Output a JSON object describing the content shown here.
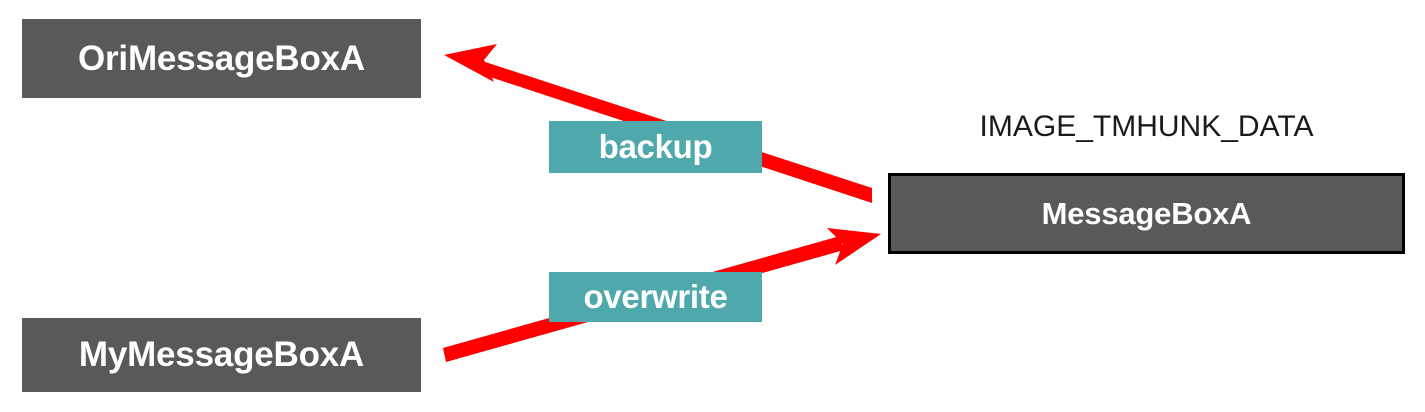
{
  "diagram": {
    "title_caption": "IMAGE_TMHUNK_DATA",
    "colors": {
      "node_fill": "#595959",
      "node_text": "#ffffff",
      "node_border": "#000000",
      "edge_label_fill": "#4FA8AB",
      "edge_label_text": "#ffffff",
      "arrow": "#FF0000",
      "caption_text": "#1a1a1a",
      "background": "#ffffff"
    },
    "nodes": [
      {
        "id": "ori",
        "label": "OriMessageBoxA"
      },
      {
        "id": "my",
        "label": "MyMessageBoxA"
      },
      {
        "id": "target",
        "label": "MessageBoxA"
      }
    ],
    "edges": [
      {
        "id": "backup",
        "label": "backup",
        "from": "target",
        "to": "ori",
        "direction": "left"
      },
      {
        "id": "overwrite",
        "label": "overwrite",
        "from": "my",
        "to": "target",
        "direction": "right"
      }
    ]
  }
}
